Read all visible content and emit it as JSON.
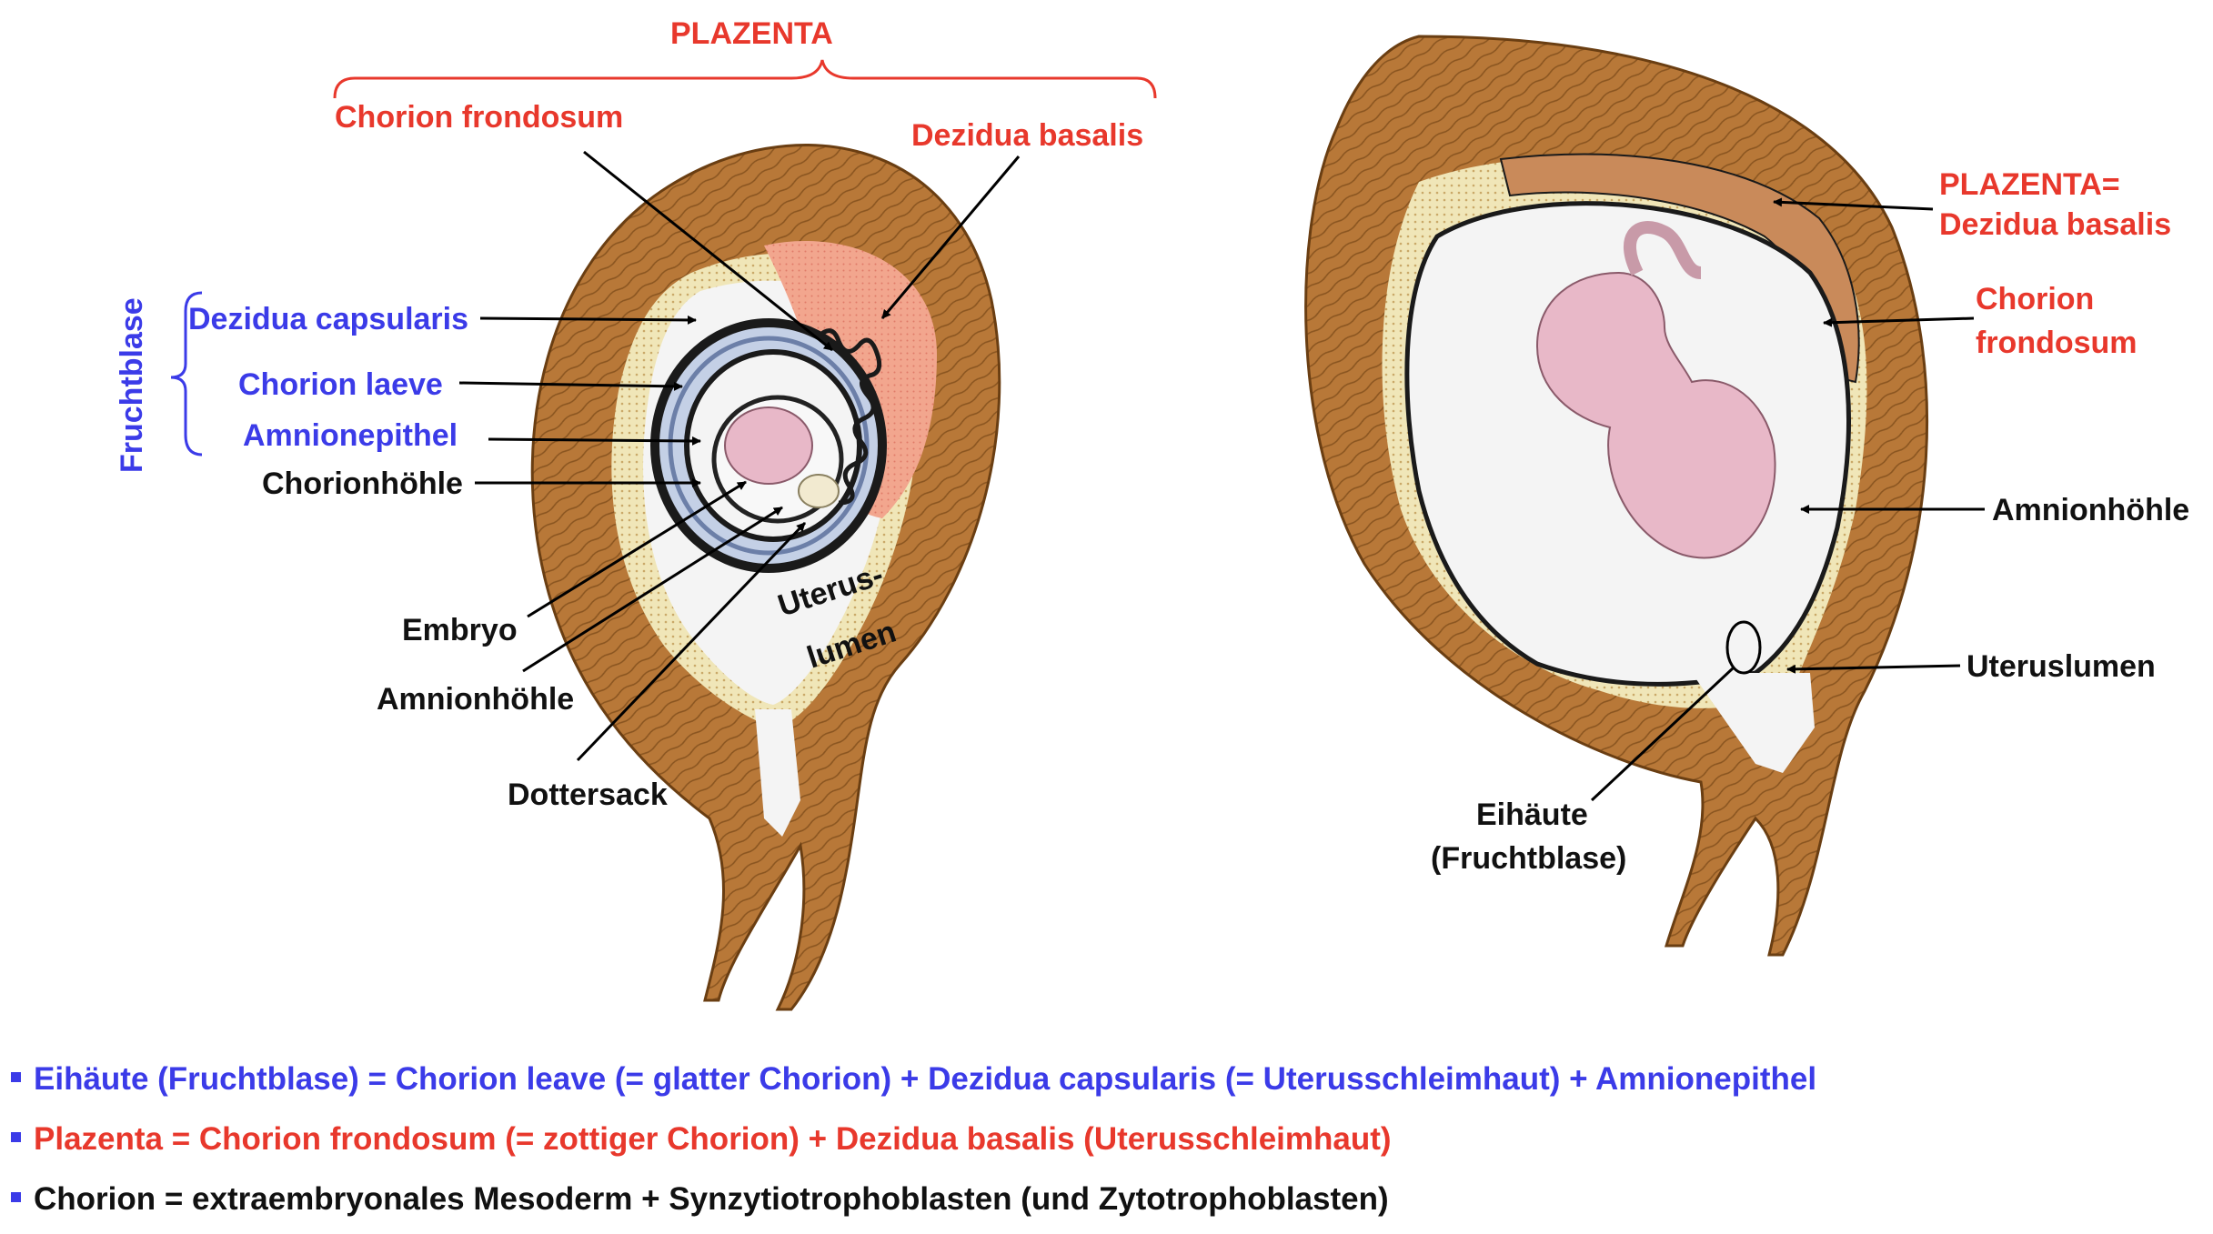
{
  "left_diagram": {
    "placenta_header": "PLAZENTA",
    "chorion_frondosum": "Chorion frondosum",
    "dezidua_basalis": "Dezidua basalis",
    "fruchtblase": "Fruchtblase",
    "dezidua_capsularis": "Dezidua capsularis",
    "chorion_laeve": "Chorion laeve",
    "amnionepithel": "Amnionepithel",
    "chorionhoehle": "Chorionhöhle",
    "embryo": "Embryo",
    "amnionhoehle": "Amnionhöhle",
    "dottersack": "Dottersack",
    "uteruslumen_line1": "Uterus-",
    "uteruslumen_line2": "lumen"
  },
  "right_diagram": {
    "placenta_line1": "PLAZENTA=",
    "placenta_line2": "Dezidua basalis",
    "chorion_line1": "Chorion",
    "chorion_line2": "frondosum",
    "amnionhoehle": "Amnionhöhle",
    "uteruslumen": "Uteruslumen",
    "eihaeute_line1": "Eihäute",
    "eihaeute_line2": "(Fruchtblase)"
  },
  "legend": [
    {
      "text": "Eihäute (Fruchtblase) =  Chorion leave (= glatter Chorion) + Dezidua capsularis (= Uterusschleimhaut) + Amnionepithel",
      "color": "#3b3be8"
    },
    {
      "text": "Plazenta = Chorion frondosum (= zottiger Chorion) + Dezidua basalis (Uterusschleimhaut)",
      "color": "#e8382c"
    },
    {
      "text": "Chorion = extraembryonales Mesoderm + Synzytiotrophoblasten (und Zytotrophoblasten)",
      "color": "#111111"
    }
  ],
  "colors": {
    "muscle": "#b87838",
    "muscle_dark": "#8a5520",
    "red_label": "#e8382c",
    "blue_label": "#3b3be8",
    "placenta_pink": "#f2a68e",
    "embryo_pink": "#e8b8c8",
    "cavity": "#f2f2f2",
    "decidua": "#f0e6b8"
  }
}
